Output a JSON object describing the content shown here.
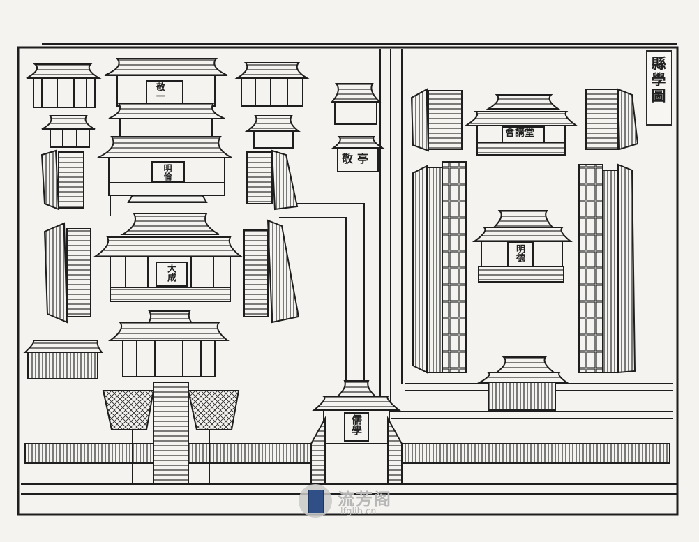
{
  "page": {
    "title": "縣學圖",
    "labels": {
      "dacheng_upper": "敬一",
      "mingyi_hall": "明倫",
      "dacheng_hall": "大成",
      "jingyi_pavilion": "敬亭",
      "lecture_hall": "會講堂",
      "bright_hall": "明德",
      "gate": "儒學"
    }
  },
  "watermark": {
    "name": "流芳阁",
    "url": "lfglib.cn",
    "logo_color": "#2f4f86"
  },
  "colors": {
    "ink": "#2a2a2a",
    "paper": "#f4f3ef"
  }
}
